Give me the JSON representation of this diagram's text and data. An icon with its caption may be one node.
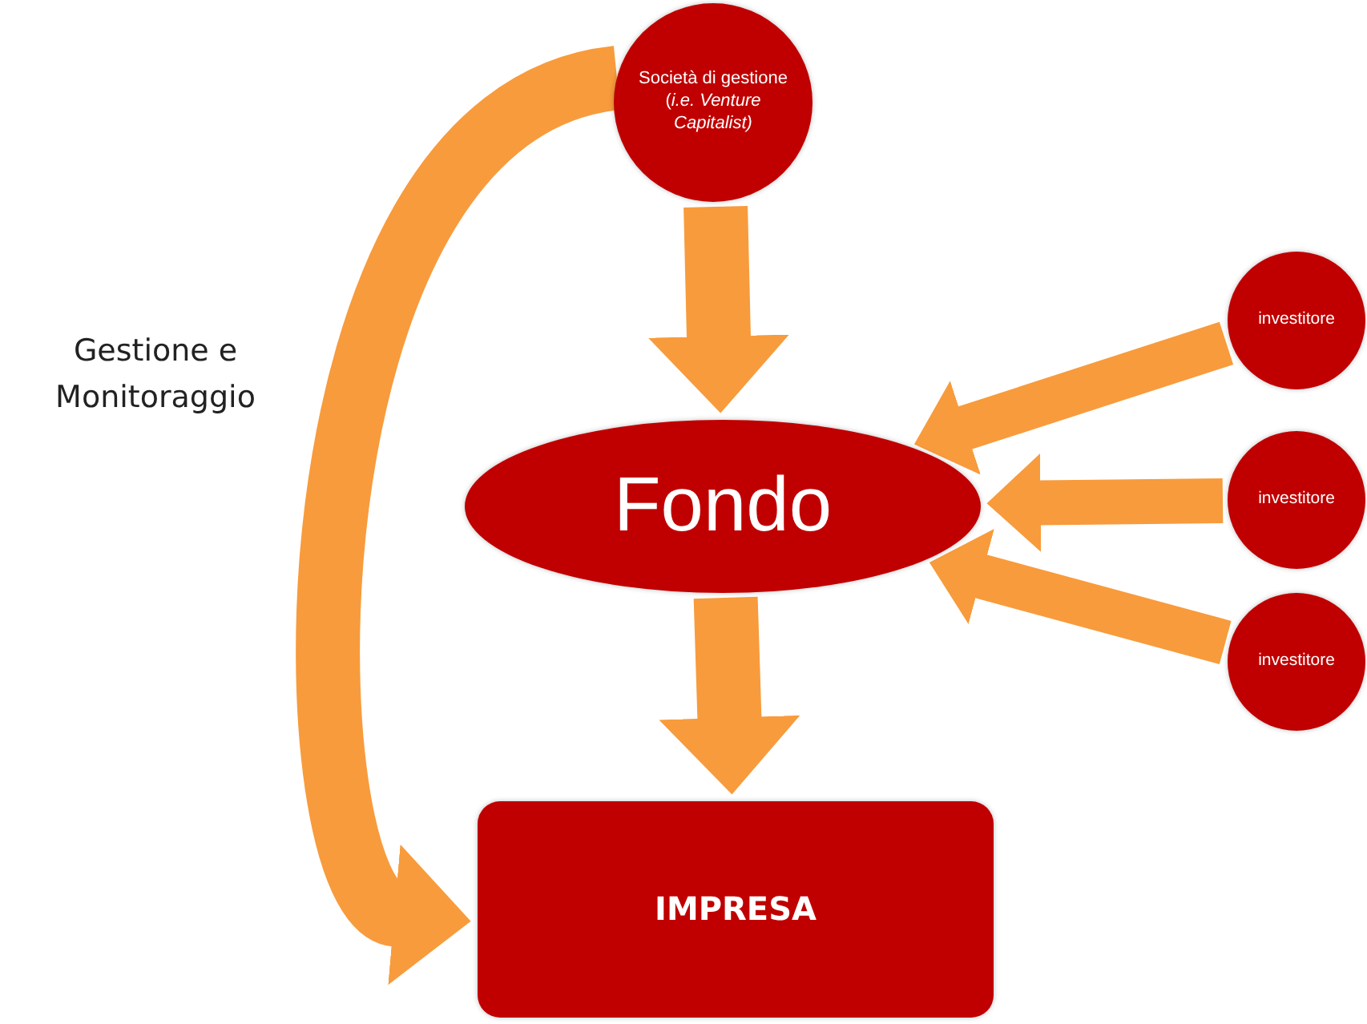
{
  "diagram": {
    "nodes": [
      {
        "text": [
          "Società di gestione (*i.e. Venture Capitalist)*"
        ]
      },
      {
        "text": [
          "Fondo"
        ]
      },
      {
        "text": [
          "IMPRESA"
        ]
      },
      {
        "text": [
          "investitore"
        ]
      },
      {
        "text": [
          "investitore"
        ]
      },
      {
        "text": [
          "investitore"
        ]
      }
    ],
    "edges": [
      {
        "from": 0,
        "to": 1,
        "arrow": "to"
      },
      {
        "from": 1,
        "to": 2,
        "arrow": "to"
      },
      {
        "from": 3,
        "to": 1,
        "arrow": "to"
      },
      {
        "from": 4,
        "to": 1,
        "arrow": "to"
      },
      {
        "from": 5,
        "to": 1,
        "arrow": "to"
      },
      {
        "from": 0,
        "to": 2,
        "arrow": "to",
        "label": "Gestione e Monitoraggio"
      }
    ]
  }
}
